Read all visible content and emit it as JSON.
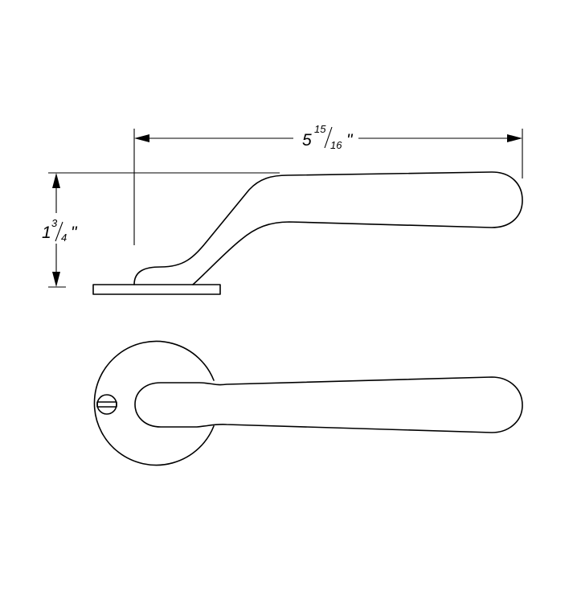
{
  "dimensions": {
    "length": {
      "whole": "5",
      "numerator": "15",
      "denominator": "16",
      "unit": "\""
    },
    "height": {
      "whole": "1",
      "numerator": "3",
      "denominator": "4",
      "unit": "\""
    }
  },
  "colors": {
    "line": "#000000",
    "background": "#ffffff"
  }
}
